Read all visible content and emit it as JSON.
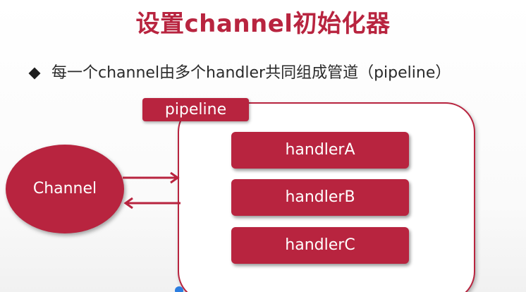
{
  "slide": {
    "title": "设置channel初始化器",
    "bullet": "每一个channel由多个handler共同组成管道（pipeline）"
  },
  "diagram": {
    "pipeline_label": "pipeline",
    "channel_label": "Channel",
    "handlers": [
      "handlerA",
      "handlerB",
      "handlerC"
    ],
    "arrows": [
      {
        "from": "channel",
        "to": "pipeline"
      },
      {
        "from": "pipeline",
        "to": "channel"
      }
    ]
  },
  "colors": {
    "accent": "#b8243f",
    "bullet_text": "#2a2a2a",
    "background": "#ffffff"
  },
  "icons": {
    "bullet": "diamond-bullet-icon",
    "arrow_right": "arrow-right-icon",
    "arrow_left": "arrow-left-icon"
  }
}
